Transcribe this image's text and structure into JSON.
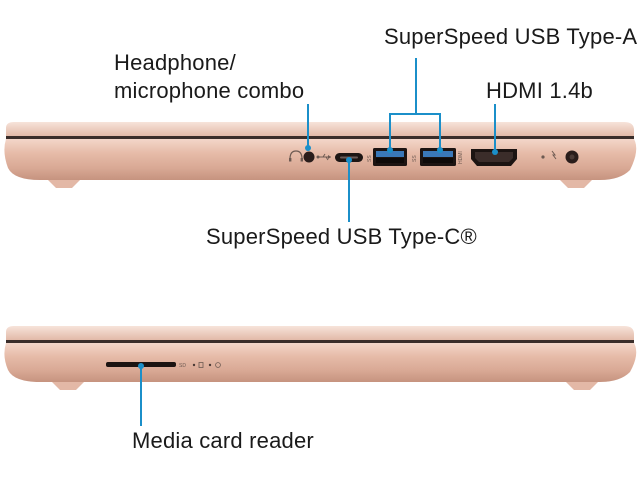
{
  "labels": {
    "headphone_line1": "Headphone/",
    "headphone_line2": "microphone combo",
    "usb_a": "SuperSpeed USB Type-A",
    "hdmi": "HDMI 1.4b",
    "usb_c": "SuperSpeed USB Type-C®",
    "card_reader": "Media card reader"
  },
  "port_markings": {
    "sd": "SD"
  },
  "colors": {
    "callout": "#1b8fc9",
    "chassis": "#e8c2b1",
    "chassis_dark": "#b88f80"
  }
}
